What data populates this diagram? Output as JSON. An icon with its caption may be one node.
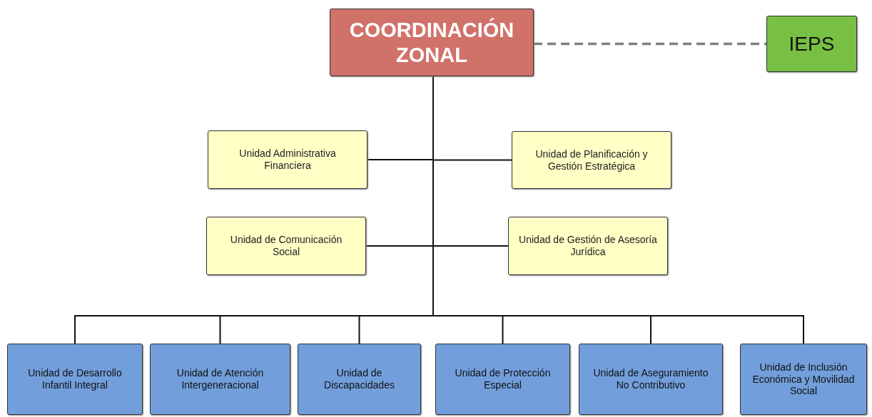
{
  "diagram": {
    "nodes": [
      {
        "text": [
          "COORDINACIÓN ZONAL"
        ]
      },
      {
        "text": [
          "IEPS"
        ]
      },
      {
        "text": [
          "Unidad Administrativa Financiera"
        ]
      },
      {
        "text": [
          "Unidad de Planificación y Gestión Estratégica"
        ]
      },
      {
        "text": [
          "Unidad de Comunicación Social"
        ]
      },
      {
        "text": [
          "Unidad de Gestión de Asesoría Jurídica"
        ]
      },
      {
        "text": [
          "Unidad de Desarrollo Infantil Integral"
        ]
      },
      {
        "text": [
          "Unidad de Atención Intergeneracional"
        ]
      },
      {
        "text": [
          "Unidad de Discapacidades"
        ]
      },
      {
        "text": [
          "Unidad de Protección Especial"
        ]
      },
      {
        "text": [
          "Unidad de Aseguramiento No Contributivo"
        ]
      },
      {
        "text": [
          "Unidad de Inclusión Económica y Movilidad Social"
        ]
      }
    ],
    "edges": [
      {
        "from": 0,
        "to": 1,
        "arrow": "none",
        "style": "dashed",
        "color": "#808080"
      },
      {
        "from": 0,
        "to": 2,
        "arrow": "none"
      },
      {
        "from": 0,
        "to": 3,
        "arrow": "none"
      },
      {
        "from": 0,
        "to": 4,
        "arrow": "none"
      },
      {
        "from": 0,
        "to": 5,
        "arrow": "none"
      },
      {
        "from": 0,
        "to": 6,
        "arrow": "none"
      },
      {
        "from": 0,
        "to": 7,
        "arrow": "none"
      },
      {
        "from": 0,
        "to": 8,
        "arrow": "none"
      },
      {
        "from": 0,
        "to": 9,
        "arrow": "none"
      },
      {
        "from": 0,
        "to": 10,
        "arrow": "none"
      },
      {
        "from": 0,
        "to": 11,
        "arrow": "none"
      }
    ]
  }
}
